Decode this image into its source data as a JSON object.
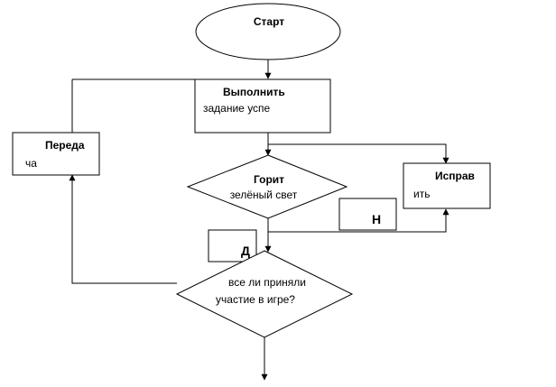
{
  "diagram": {
    "start": {
      "label": "Старт"
    },
    "task": {
      "line1": "Выполнить",
      "line2": "задание успе"
    },
    "transfer": {
      "line1": "Переда",
      "line2": "ча"
    },
    "fix": {
      "line1": "Исправ",
      "line2": "ить"
    },
    "green_light": {
      "line1": "Горит",
      "line2": "зелёный свет"
    },
    "all_participated": {
      "line1": "все ли приняли",
      "line2": "участие в игре?"
    },
    "label_no": "Н",
    "label_yes": "Д"
  },
  "colors": {
    "stroke": "#000000",
    "fill": "#ffffff",
    "background": "#ffffff"
  }
}
